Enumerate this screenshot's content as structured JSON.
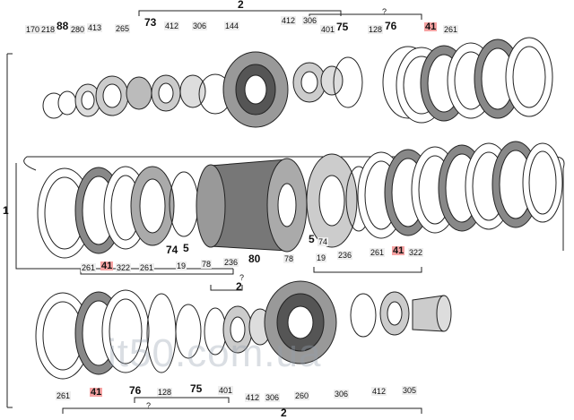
{
  "watermark": "it50.com.ua",
  "labels": {
    "top_2": "2",
    "top_170": "170",
    "top_218": "218",
    "top_88": "88",
    "top_280": "280",
    "top_413": "413",
    "top_265": "265",
    "top_73": "73",
    "top_412a": "412",
    "top_306a": "306",
    "top_144": "144",
    "top_412b": "412",
    "top_306b": "306",
    "top_401": "401",
    "top_75": "75",
    "top_q": "?",
    "top_128": "128",
    "top_76": "76",
    "top_41": "41",
    "top_261": "261",
    "left_1": "1",
    "mid_261a": "261",
    "mid_41a": "41",
    "mid_322a": "322",
    "mid_261b": "261",
    "mid_74a": "74",
    "mid_5a": "5",
    "mid_19a": "19",
    "mid_78a": "78",
    "mid_236a": "236",
    "mid_80": "80",
    "mid_78b": "78",
    "mid_5b": "5",
    "mid_74b": "74",
    "mid_19b": "19",
    "mid_236b": "236",
    "mid_261c": "261",
    "mid_41b": "41",
    "mid_322b": "322",
    "mid_q": "?",
    "mid_2": "2",
    "bot_261": "261",
    "bot_41": "41",
    "bot_76": "76",
    "bot_128": "128",
    "bot_75": "75",
    "bot_401": "401",
    "bot_412a": "412",
    "bot_306a": "306",
    "bot_260": "260",
    "bot_306b": "306",
    "bot_412b": "412",
    "bot_305": "305",
    "bot_q": "?",
    "bot_2": "2"
  }
}
